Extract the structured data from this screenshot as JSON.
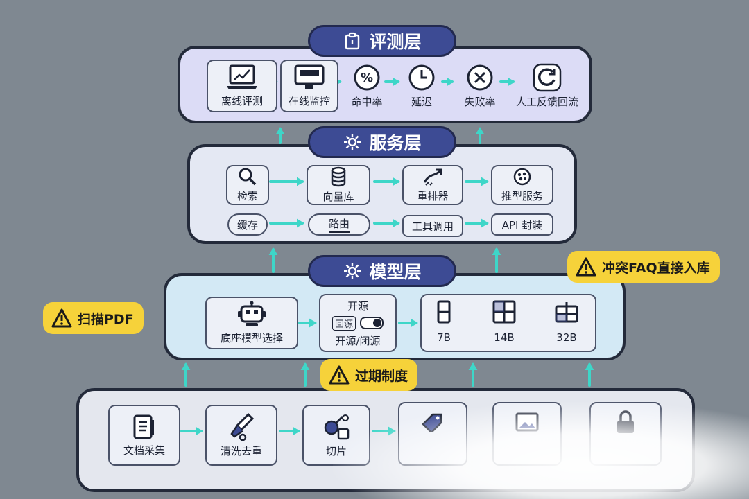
{
  "evaluation_layer": {
    "title": "评测层",
    "title_icon": "clipboard-icon",
    "items": [
      {
        "label": "离线评测",
        "icon": "laptop-chart-icon"
      },
      {
        "label": "在线监控",
        "icon": "monitor-icon"
      },
      {
        "label": "命中率",
        "icon": "percent-icon"
      },
      {
        "label": "延迟",
        "icon": "clock-icon"
      },
      {
        "label": "失败率",
        "icon": "x-circle-icon"
      },
      {
        "label": "人工反馈回流",
        "icon": "refresh-icon"
      }
    ]
  },
  "service_layer": {
    "title": "服务层",
    "title_icon": "gear-icon",
    "row1": [
      {
        "label": "检索",
        "icon": "search-icon"
      },
      {
        "label": "向量库",
        "icon": "database-icon"
      },
      {
        "label": "重排器",
        "icon": "trend-icon"
      },
      {
        "label": "推型服务",
        "icon": "brain-icon"
      }
    ],
    "row2": [
      {
        "label": "缓存"
      },
      {
        "label": "路由"
      },
      {
        "label": "工具调用"
      },
      {
        "label": "API 封装"
      }
    ]
  },
  "model_layer": {
    "title": "模型层",
    "title_icon": "gear-icon",
    "base_model": {
      "label": "底座模型选择",
      "icon": "robot-icon"
    },
    "source": {
      "top": "开源",
      "toggle": "回源",
      "bottom": "开源/闭源"
    },
    "sizes": [
      {
        "label": "7B",
        "icon": "block-1-icon"
      },
      {
        "label": "14B",
        "icon": "block-4-icon"
      },
      {
        "label": "32B",
        "icon": "block-cube-icon"
      }
    ]
  },
  "data_layer": {
    "items": [
      {
        "label": "文档采集",
        "icon": "document-icon"
      },
      {
        "label": "清洗去重",
        "icon": "brush-icon"
      },
      {
        "label": "切片",
        "icon": "slice-icon"
      },
      {
        "label": "",
        "icon": "tag-icon"
      },
      {
        "label": "",
        "icon": "image-icon"
      },
      {
        "label": "",
        "icon": "lock-icon"
      }
    ]
  },
  "warnings": {
    "conflict_faq": "冲突FAQ直接入库",
    "scan_pdf": "扫描PDF",
    "expiry": "过期制度"
  },
  "colors": {
    "background": "#7f8891",
    "pill": "#3d4b94",
    "arrow": "#3ed6c8",
    "warning": "#f6d23a",
    "border": "#232a3a"
  }
}
